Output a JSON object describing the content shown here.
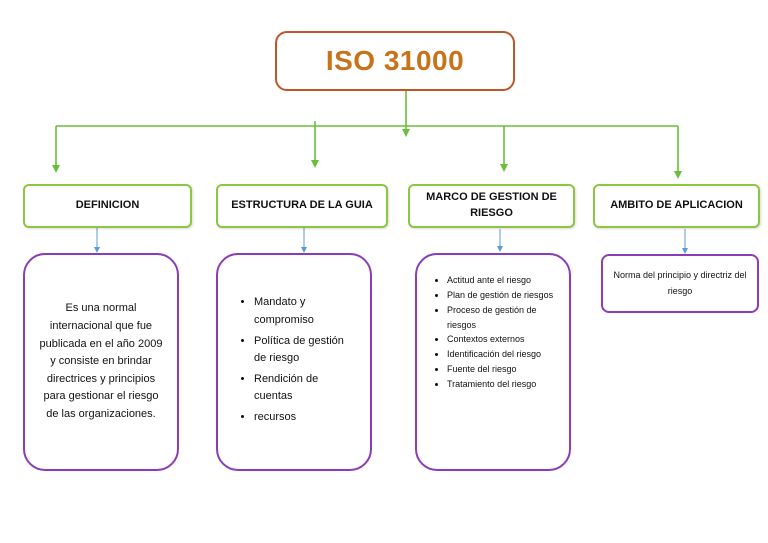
{
  "diagram": {
    "title": "ISO 31000",
    "colors": {
      "root_border": "#c0552a",
      "title_text": "#c8721a",
      "category_border": "#8dc63f",
      "connector": "#6abf3a",
      "detail_border": "#8a3db6",
      "detail_arrow": "#5b9bd5"
    },
    "categories": [
      {
        "label": "DEFINICION",
        "detail_text": "Es una normal internacional que fue publicada en el año 2009 y consiste en brindar directrices y principios para gestionar el riesgo de las organizaciones."
      },
      {
        "label": "ESTRUCTURA DE LA GUIA",
        "detail_items": [
          "Mandato y compromiso",
          "Política de gestión de riesgo",
          "Rendición de cuentas",
          "recursos"
        ]
      },
      {
        "label": "MARCO DE GESTION DE RIESGO",
        "detail_items": [
          "Actitud ante el riesgo",
          "Plan de gestión de riesgos",
          "Proceso de gestión de riesgos",
          "Contextos externos",
          "Identificación del riesgo",
          "Fuente del riesgo",
          "Tratamiento del riesgo"
        ]
      },
      {
        "label": "AMBITO DE APLICACION",
        "detail_text": "Norma del principio y directriz del riesgo"
      }
    ]
  }
}
